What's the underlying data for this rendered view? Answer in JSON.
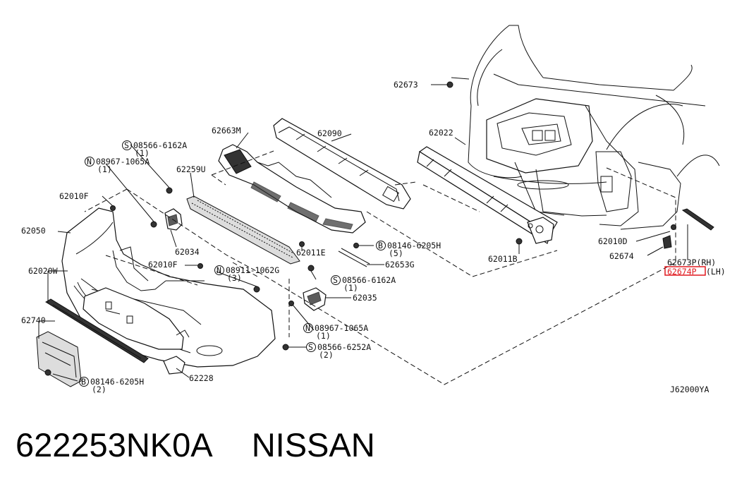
{
  "diagram": {
    "labels": {
      "l62673": "62673",
      "l62022": "62022",
      "l62090": "62090",
      "l62663M": "62663M",
      "l62259U": "62259U",
      "l62010F_a": "62010F",
      "l62050": "62050",
      "l62034": "62034",
      "l62010F_b": "62010F",
      "l62020W": "62020W",
      "l62740": "62740",
      "l62228": "62228",
      "l62035": "62035",
      "l62011E": "62011E",
      "l62653G": "62653G",
      "l62011B": "62011B",
      "l62010D": "62010D",
      "l62674": "62674",
      "l62673P": "62673P(RH)",
      "l62674P": "62674P",
      "l62674P_side": "(LH)",
      "ref": "J62000YA"
    },
    "callouts": [
      {
        "symbol": "S",
        "part": "08566-6162A",
        "qty": "(1)"
      },
      {
        "symbol": "N",
        "part": "08967-1065A",
        "qty": "(1)"
      },
      {
        "symbol": "B",
        "part": "08146-6205H",
        "qty": "(5)"
      },
      {
        "symbol": "N",
        "part": "08911-1062G",
        "qty": "(3)"
      },
      {
        "symbol": "S",
        "part": "08566-6162A",
        "qty": "(1)"
      },
      {
        "symbol": "N",
        "part": "08967-1065A",
        "qty": "(1)"
      },
      {
        "symbol": "S",
        "part": "08566-6252A",
        "qty": "(2)"
      },
      {
        "symbol": "B",
        "part": "08146-6205H",
        "qty": "(2)"
      }
    ],
    "highlight_color": "#e0191f"
  },
  "footer": {
    "part_number": "622253NK0A",
    "brand": "NISSAN"
  }
}
